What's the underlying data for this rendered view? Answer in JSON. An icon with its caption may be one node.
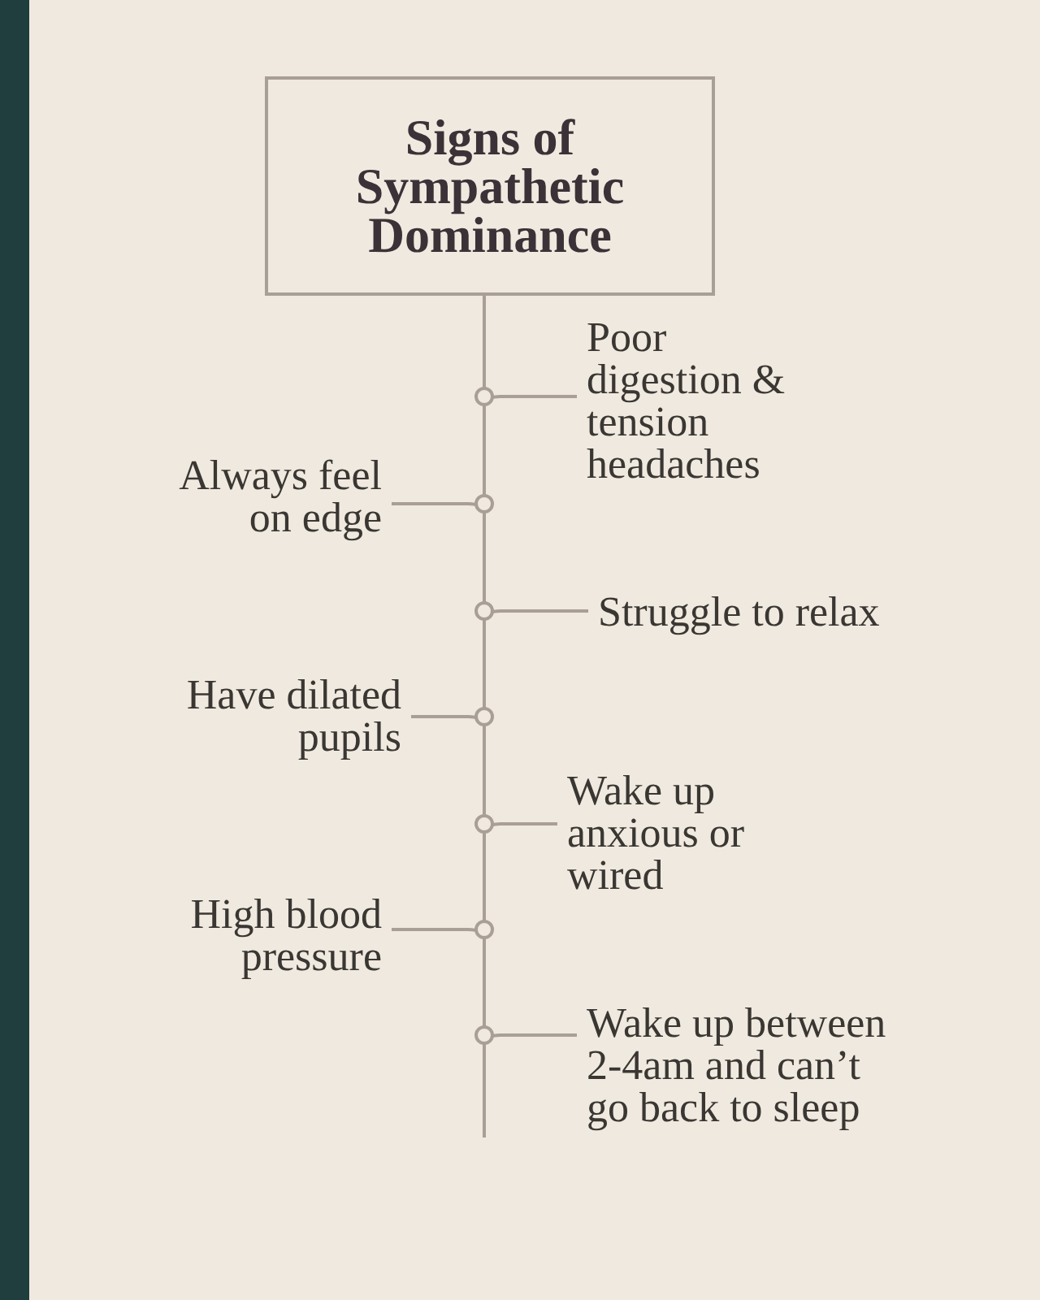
{
  "diagram": {
    "nodes": [
      {
        "text": [
          "Signs of Sympathetic Dominance"
        ]
      },
      {
        "text": [
          "Poor digestion & tension headaches"
        ]
      },
      {
        "text": [
          "Always feel on edge"
        ]
      },
      {
        "text": [
          "Struggle to relax"
        ]
      },
      {
        "text": [
          "Have dilated pupils"
        ]
      },
      {
        "text": [
          "Wake up anxious or wired"
        ]
      },
      {
        "text": [
          "High blood pressure"
        ]
      },
      {
        "text": [
          "Wake up between 2-4am and can’t go back to sleep"
        ]
      },
      {
        "text": [],
        "shape": "circle"
      },
      {
        "text": [],
        "shape": "circle"
      },
      {
        "text": [],
        "shape": "circle"
      },
      {
        "text": [],
        "shape": "circle"
      },
      {
        "text": [],
        "shape": "circle"
      },
      {
        "text": [],
        "shape": "circle"
      },
      {
        "text": [],
        "shape": "circle"
      }
    ],
    "edges": [
      {
        "from": 0,
        "to": 8,
        "arrow": "none"
      },
      {
        "from": 8,
        "to": 9,
        "arrow": "none"
      },
      {
        "from": 9,
        "to": 10,
        "arrow": "none"
      },
      {
        "from": 10,
        "to": 11,
        "arrow": "none"
      },
      {
        "from": 11,
        "to": 12,
        "arrow": "none"
      },
      {
        "from": 12,
        "to": 13,
        "arrow": "none"
      },
      {
        "from": 13,
        "to": 14,
        "arrow": "none"
      },
      {
        "from": 14,
        "to": null,
        "arrow": "none"
      },
      {
        "from": 8,
        "to": 1,
        "arrow": "none"
      },
      {
        "from": 9,
        "to": 2,
        "arrow": "none"
      },
      {
        "from": 10,
        "to": 3,
        "arrow": "none"
      },
      {
        "from": 11,
        "to": 4,
        "arrow": "none"
      },
      {
        "from": 12,
        "to": 5,
        "arrow": "none"
      },
      {
        "from": 13,
        "to": 6,
        "arrow": "none"
      },
      {
        "from": 14,
        "to": 7,
        "arrow": "none"
      }
    ]
  }
}
